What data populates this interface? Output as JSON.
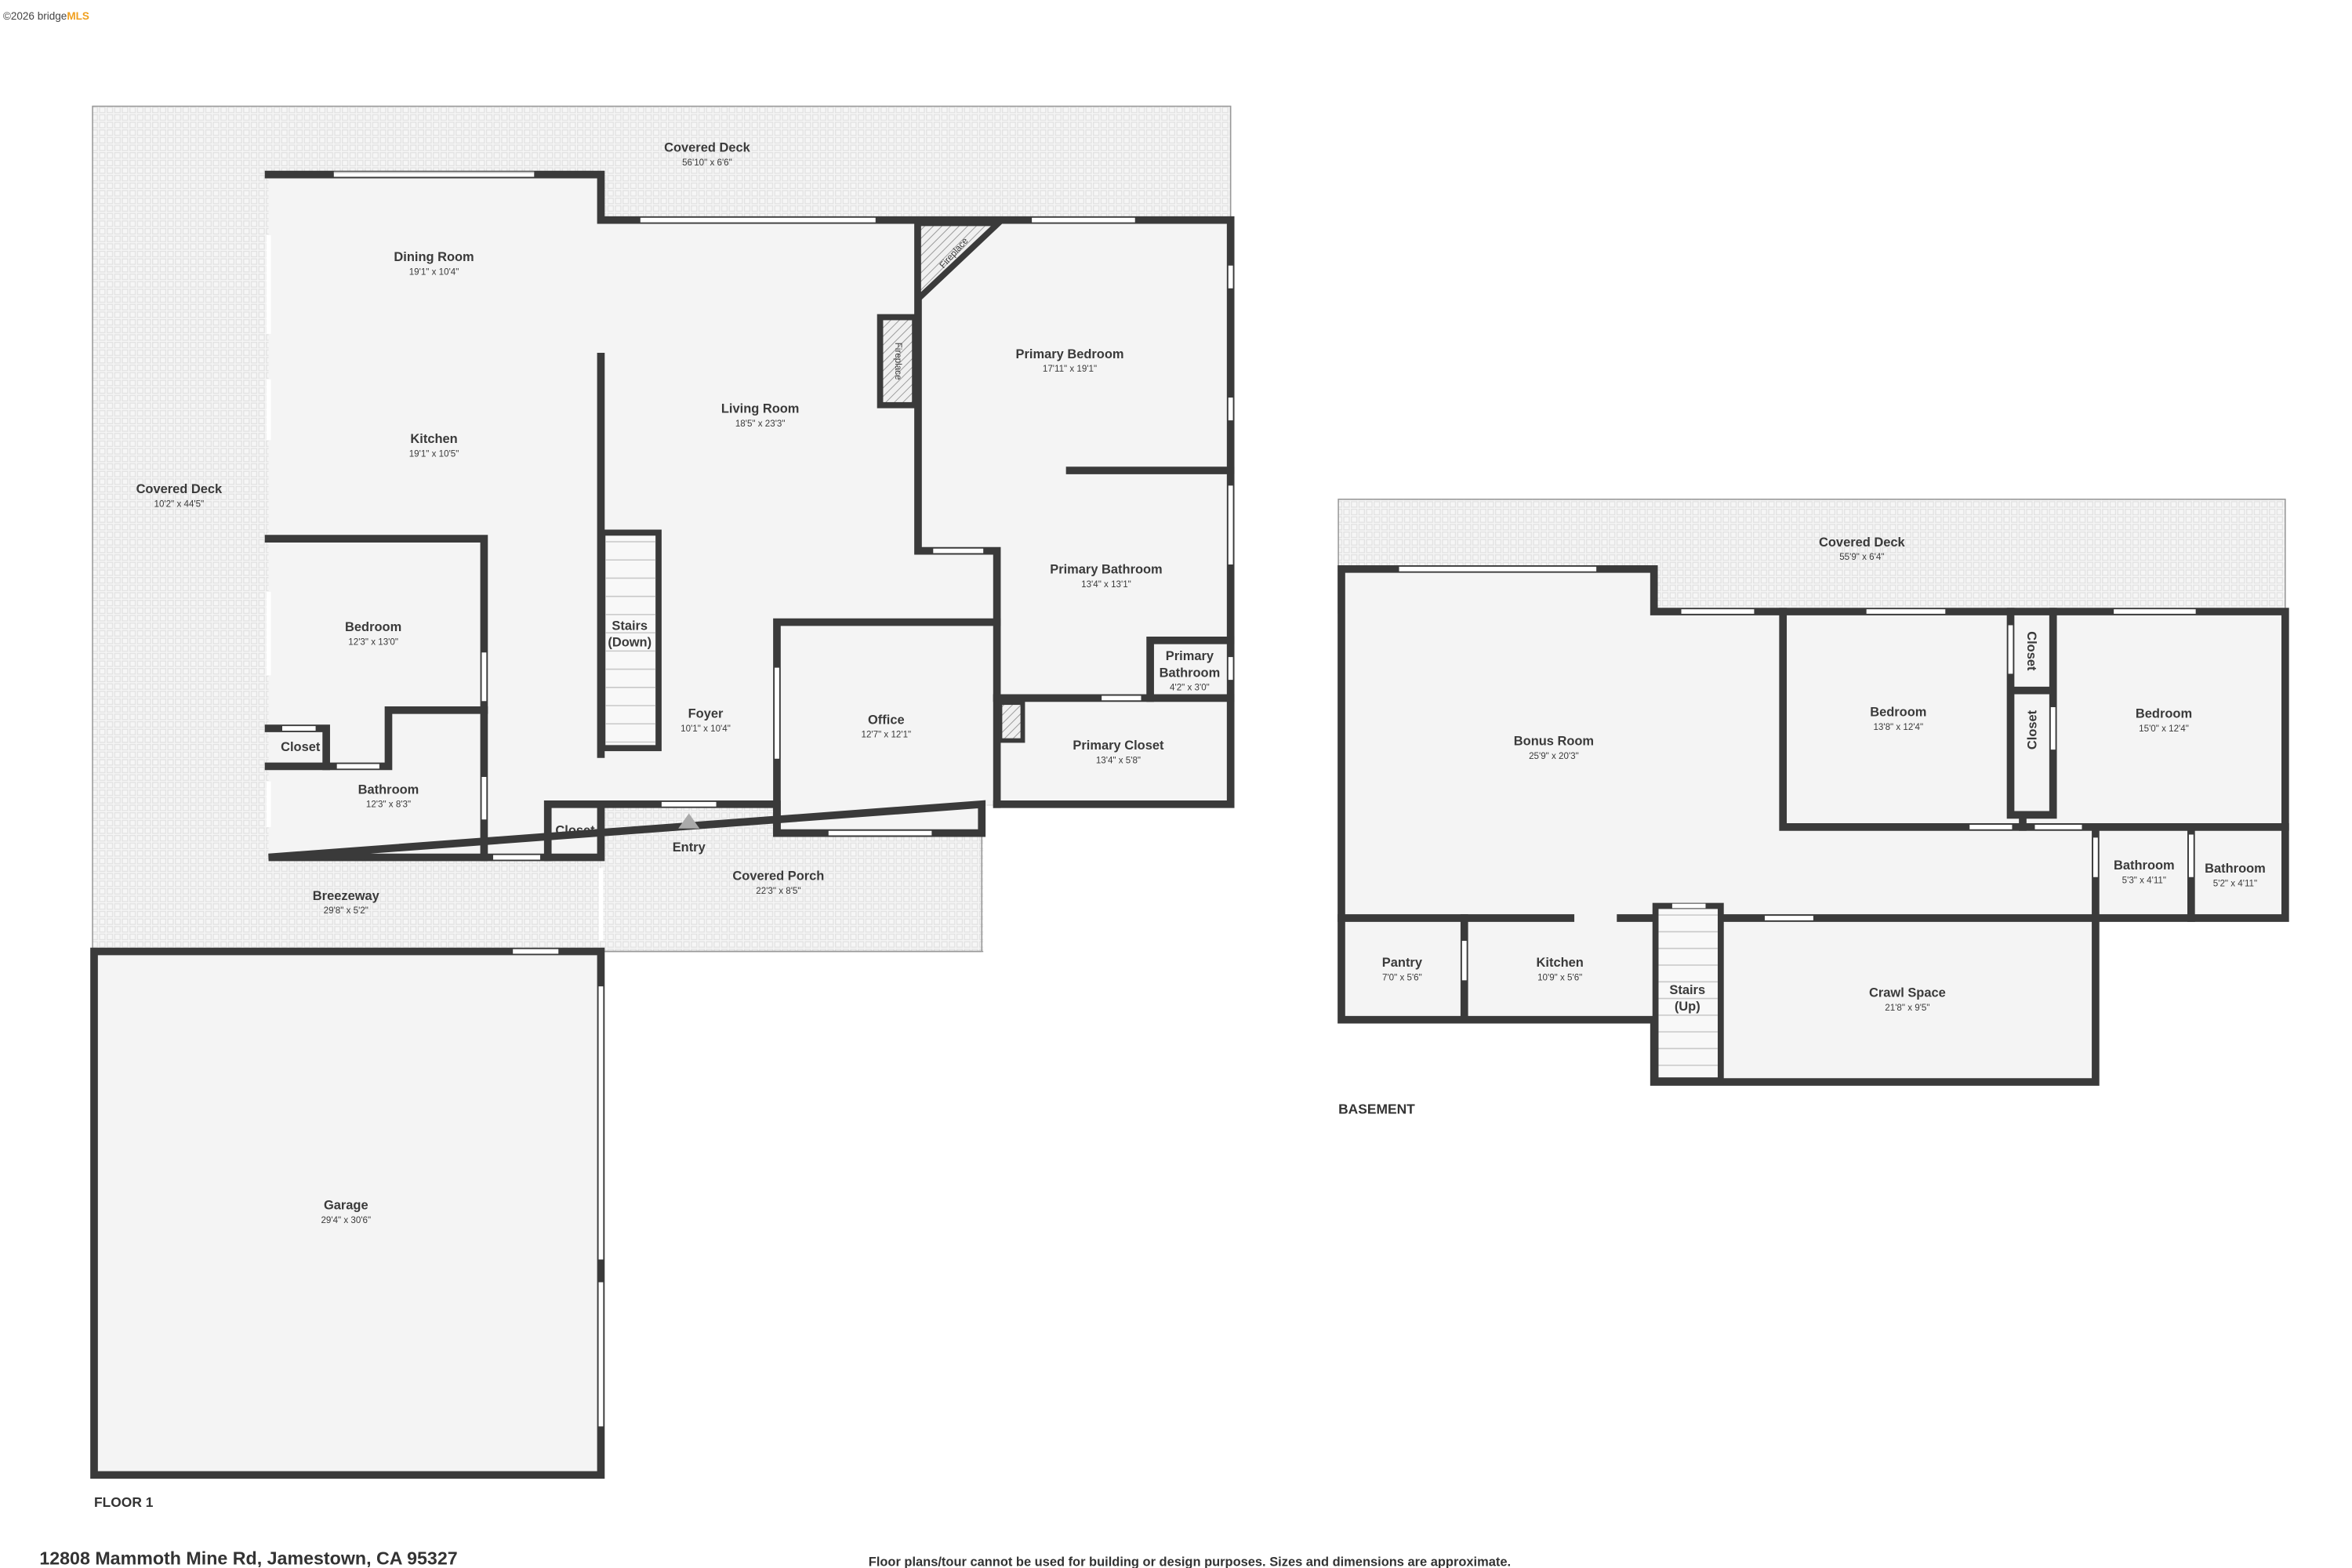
{
  "watermark": {
    "copyright": "©2026 bridge",
    "brand": "MLS",
    "brand_color": "#f0a020"
  },
  "floor1": {
    "label": "FLOOR 1",
    "rooms": [
      {
        "name": "Covered Deck",
        "dims": "56'10\" x 6'6\""
      },
      {
        "name": "Dining Room",
        "dims": "19'1\" x 10'4\""
      },
      {
        "name": "Kitchen",
        "dims": "19'1\" x 10'5\""
      },
      {
        "name": "Covered Deck",
        "dims": "10'2\" x 44'5\""
      },
      {
        "name": "Living Room",
        "dims": "18'5\" x 23'3\""
      },
      {
        "name": "Primary Bedroom",
        "dims": "17'11\" x 19'1\""
      },
      {
        "name": "Primary Bathroom",
        "dims": "13'4\" x 13'1\""
      },
      {
        "name": "Bedroom",
        "dims": "12'3\" x 13'0\""
      },
      {
        "name": "Foyer",
        "dims": "10'1\" x 10'4\""
      },
      {
        "name": "Office",
        "dims": "12'7\" x 12'1\""
      },
      {
        "name": "Primary Closet",
        "dims": "13'4\" x 5'8\""
      },
      {
        "name": "Bathroom",
        "dims": "12'3\" x 8'3\""
      },
      {
        "name": "Covered Porch",
        "dims": "22'3\" x 8'5\""
      },
      {
        "name": "Breezeway",
        "dims": "29'8\" x 5'2\""
      },
      {
        "name": "Garage",
        "dims": "29'4\" x 30'6\""
      }
    ],
    "small_labels": {
      "fireplace_a": "Fireplace",
      "fireplace_b": "Fireplace",
      "stairs_1": "Stairs",
      "stairs_2": "(Down)",
      "closet_a": "Closet",
      "closet_b": "Closet",
      "entry": "Entry",
      "primary_bath_small_1": "Primary",
      "primary_bath_small_2": "Bathroom",
      "primary_bath_small_dims": "4'2\" x 3'0\""
    }
  },
  "basement": {
    "label": "BASEMENT",
    "rooms": [
      {
        "name": "Covered Deck",
        "dims": "55'9\" x 6'4\""
      },
      {
        "name": "Bonus Room",
        "dims": "25'9\" x 20'3\""
      },
      {
        "name": "Bedroom",
        "dims": "13'8\" x 12'4\""
      },
      {
        "name": "Bedroom",
        "dims": "15'0\" x 12'4\""
      },
      {
        "name": "Bathroom",
        "dims": "5'3\" x 4'11\""
      },
      {
        "name": "Bathroom",
        "dims": "5'2\" x 4'11\""
      },
      {
        "name": "Pantry",
        "dims": "7'0\" x 5'6\""
      },
      {
        "name": "Kitchen",
        "dims": "10'9\" x 5'6\""
      },
      {
        "name": "Crawl Space",
        "dims": "21'8\" x 9'5\""
      }
    ],
    "small_labels": {
      "closet_a": "Closet",
      "closet_b": "Closet",
      "stairs_1": "Stairs",
      "stairs_2": "(Up)"
    }
  },
  "footer": {
    "address": "12808 Mammoth Mine Rd, Jamestown, CA 95327",
    "disclaimer": "Floor plans/tour cannot be used for building or design purposes. Sizes and dimensions are approximate."
  },
  "colors": {
    "wall": "#3a3a3a",
    "room_fill": "#f4f4f4",
    "deck_pattern": "#e6e6e6"
  }
}
